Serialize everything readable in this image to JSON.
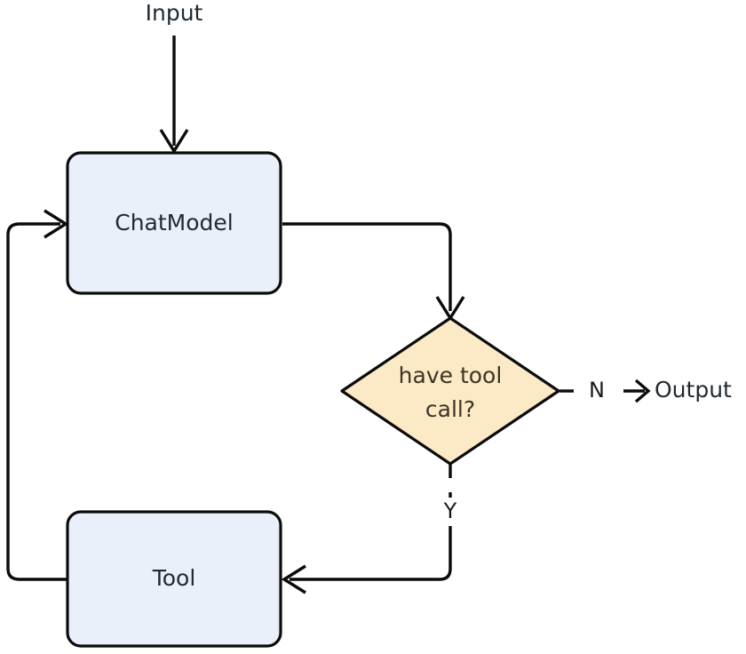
{
  "diagram": {
    "title": "ChatModel tool-calling agent loop",
    "type": "flowchart",
    "colors": {
      "process_fill": "#eaf0fa",
      "decision_fill": "#fbeac5",
      "stroke": "#0b0b0b",
      "text": "#212a32",
      "background": "#ffffff"
    },
    "terminals": [
      {
        "id": "input",
        "label": "Input"
      },
      {
        "id": "output",
        "label": "Output"
      }
    ],
    "nodes": [
      {
        "id": "chatmodel",
        "label": "ChatModel",
        "shape": "rounded-rectangle"
      },
      {
        "id": "tool",
        "label": "Tool",
        "shape": "rounded-rectangle"
      },
      {
        "id": "decision",
        "shape": "diamond",
        "label": "have tool call?",
        "label_line1": "have tool",
        "label_line2": "call?"
      }
    ],
    "edges": [
      {
        "id": "input-to-chatmodel",
        "from": "input",
        "to": "chatmodel",
        "label": "",
        "style": "solid"
      },
      {
        "id": "chatmodel-to-decision",
        "from": "chatmodel",
        "to": "decision",
        "label": "",
        "style": "solid"
      },
      {
        "id": "decision-to-output",
        "from": "decision",
        "to": "output",
        "label": "N",
        "style": "dashed"
      },
      {
        "id": "decision-to-tool",
        "from": "decision",
        "to": "tool",
        "label": "Y",
        "style": "dashed"
      },
      {
        "id": "tool-to-chatmodel",
        "from": "tool",
        "to": "chatmodel",
        "label": "",
        "style": "solid"
      }
    ]
  }
}
